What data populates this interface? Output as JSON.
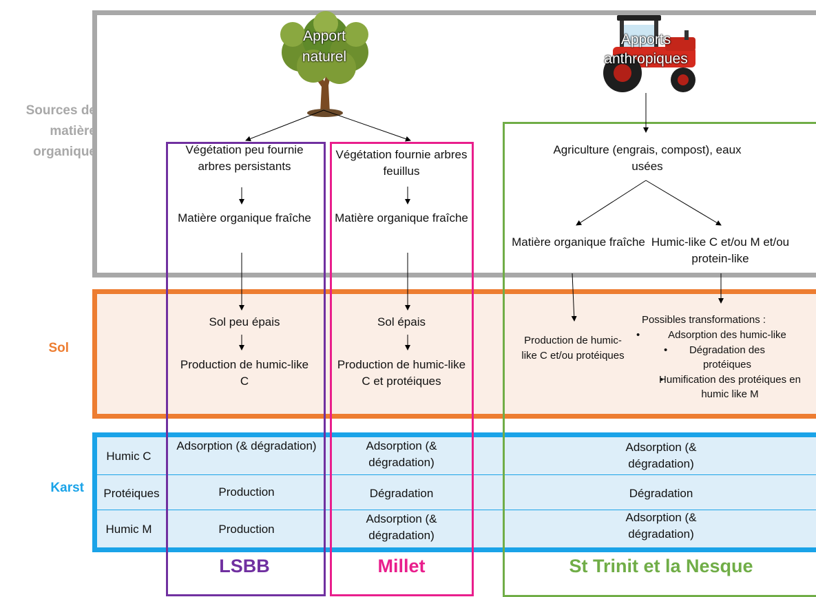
{
  "rows": {
    "sources": "Sources de matière organique",
    "sol": "Sol",
    "karst": "Karst"
  },
  "images": {
    "tree_label": "Apport naturel",
    "tractor_label": "Apports anthropiques"
  },
  "lsbb": {
    "vegetation": "Végétation peu fournie arbres persistants",
    "mo_fraiche": "Matière organique fraîche",
    "sol": "Sol peu épais",
    "production": "Production de humic-like C"
  },
  "millet": {
    "vegetation": "Végétation fournie arbres feuillus",
    "mo_fraiche": "Matière organique fraîche",
    "sol": "Sol épais",
    "production": "Production de humic-like C et protéiques"
  },
  "st": {
    "agriculture": "Agriculture (engrais, compost), eaux usées",
    "mo_fraiche": "Matière organique fraîche",
    "humic": "Humic-like C et/ou M et/ou protein-like",
    "production": "Production de humic-like C et/ou protéiques",
    "transformations_title": "Possibles transformations :",
    "transformations": [
      "Adsorption des humic-like",
      "Dégradation des protéiques",
      "Humification des protéiques en humic like M"
    ]
  },
  "karst_rows": [
    "Humic C",
    "Protéiques",
    "Humic M"
  ],
  "karst_cells": {
    "lsbb": [
      "Adsorption (& dégradation)",
      "Production",
      "Production"
    ],
    "millet": [
      "Adsorption (& dégradation)",
      "Dégradation",
      "Adsorption (& dégradation)"
    ],
    "st": [
      "Adsorption (& dégradation)",
      "Dégradation",
      "Adsorption (& dégradation)"
    ]
  },
  "sites": [
    "LSBB",
    "Millet",
    "St Trinit et la Nesque"
  ],
  "colors": {
    "sources": "#a8a8a8",
    "sol": "#ed7d31",
    "karst": "#1aa3e8",
    "lsbb": "#7030a0",
    "millet": "#e91e8c",
    "st": "#70ad47"
  }
}
